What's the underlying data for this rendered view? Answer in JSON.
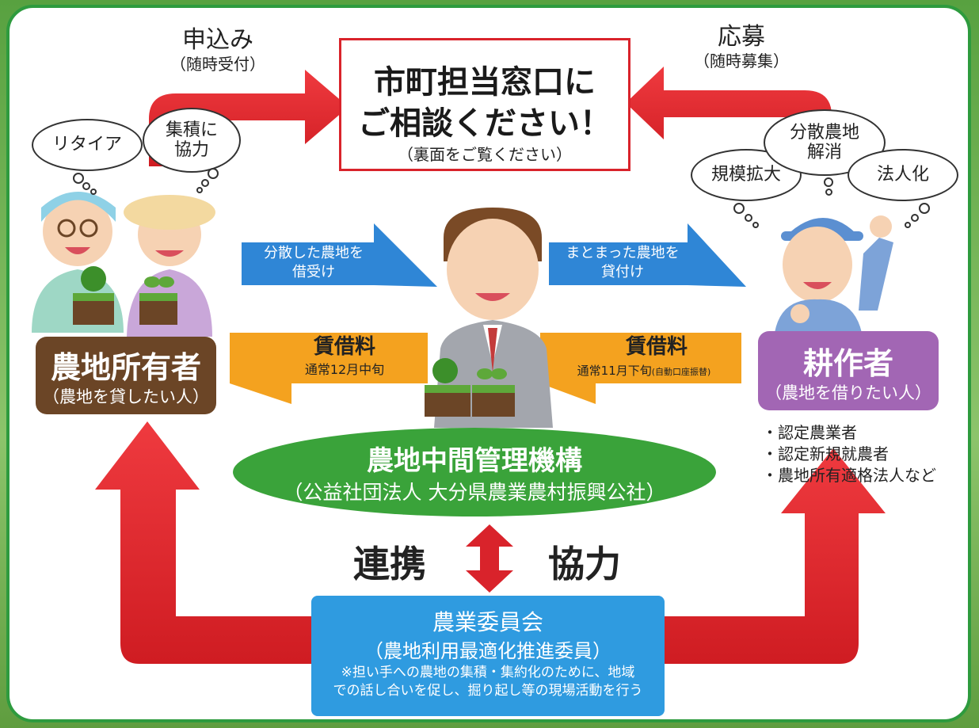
{
  "header_left": {
    "title": "申込み",
    "sub": "（随時受付）"
  },
  "header_right": {
    "title": "応募",
    "sub": "（随時募集）"
  },
  "callout": {
    "line1": "市町担当窓口に",
    "line2": "ご相談ください！",
    "line3": "（裏面をご覧ください）"
  },
  "owner_thoughts": {
    "retire": "リタイア",
    "cooperate_line1": "集積に",
    "cooperate_line2": "協力"
  },
  "farmer_thoughts": {
    "scale": "規模拡大",
    "dispersed_line1": "分散農地",
    "dispersed_line2": "解消",
    "corporate": "法人化"
  },
  "arrow_borrow": {
    "line1": "分散した農地を",
    "line2": "借受け"
  },
  "arrow_lend": {
    "line1": "まとまった農地を",
    "line2": "貸付け"
  },
  "rent_left": {
    "title": "賃借料",
    "note": "通常12月中旬"
  },
  "rent_right": {
    "title": "賃借料",
    "note_main": "通常11月下旬",
    "note_small": "(自動口座振替)"
  },
  "owner": {
    "title": "農地所有者",
    "sub": "（農地を貸したい人）"
  },
  "farmer": {
    "title": "耕作者",
    "sub": "（農地を借りたい人）"
  },
  "farmer_list": [
    "・認定農業者",
    "・認定新規就農者",
    "・農地所有適格法人など"
  ],
  "organization": {
    "title": "農地中間管理機構",
    "sub": "（公益社団法人 大分県農業農村振興公社）"
  },
  "link": {
    "left": "連携",
    "right": "協力"
  },
  "committee": {
    "title": "農業委員会",
    "sub": "（農地利用最適化推進委員）",
    "note_line1": "※担い手への農地の集積・集約化のために、地域",
    "note_line2": "での話し合いを促し、掘り起し等の現場活動を行う"
  },
  "colors": {
    "red": "#e3242b",
    "blue": "#2f86d6",
    "orange": "#f4a21f",
    "green": "#3aa33a",
    "brown": "#6b4526",
    "purple": "#a266b4",
    "sky": "#2f9be0",
    "frame": "#2e9b3e"
  }
}
